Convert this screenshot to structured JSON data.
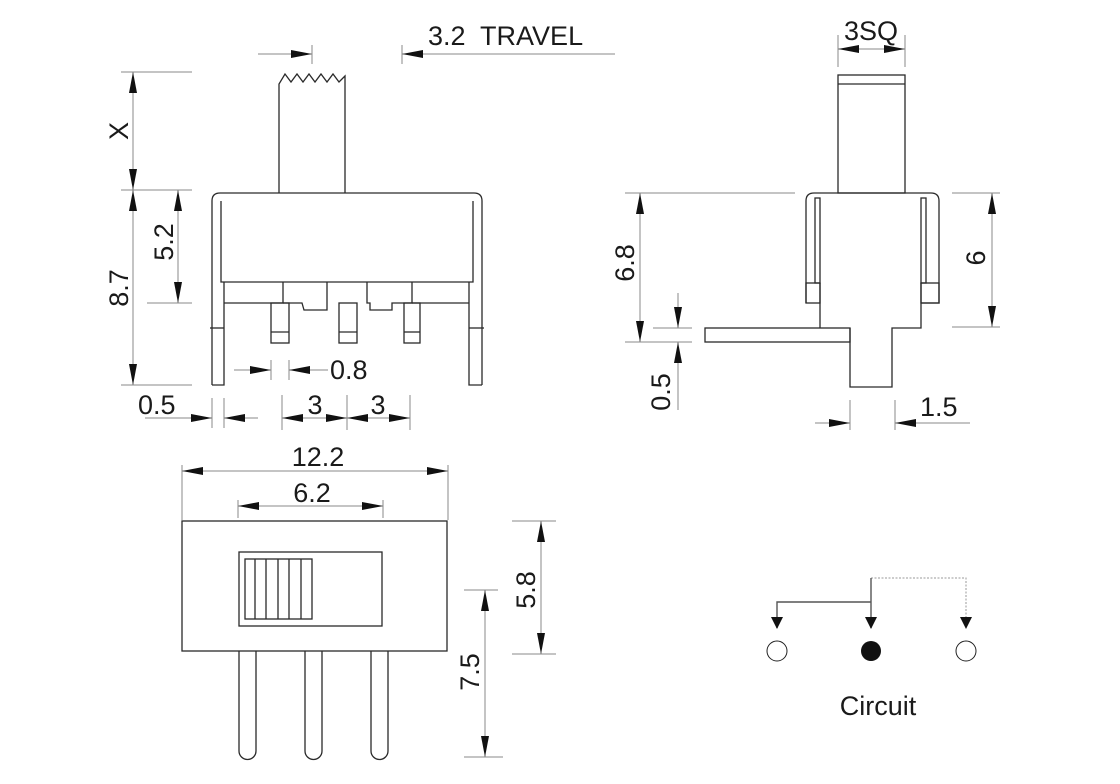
{
  "front_view": {
    "travel_label": "3.2  TRAVEL",
    "actuator_height_label": "X",
    "total_height_label": "8.7",
    "body_height_label": "5.2",
    "pin_width_label": "0.8",
    "leg_width_label": "0.5",
    "pitch_left_label": "3",
    "pitch_right_label": "3"
  },
  "side_view": {
    "actuator_size_label": "3SQ",
    "height_label": "6.8",
    "body_height_label": "6",
    "lead_thickness_label": "0.5",
    "pin_width_label": "1.5"
  },
  "top_view": {
    "length_label": "12.2",
    "slot_length_label": "6.2",
    "width_label": "5.8",
    "pin_length_label": "7.5"
  },
  "circuit": {
    "title": "Circuit"
  }
}
